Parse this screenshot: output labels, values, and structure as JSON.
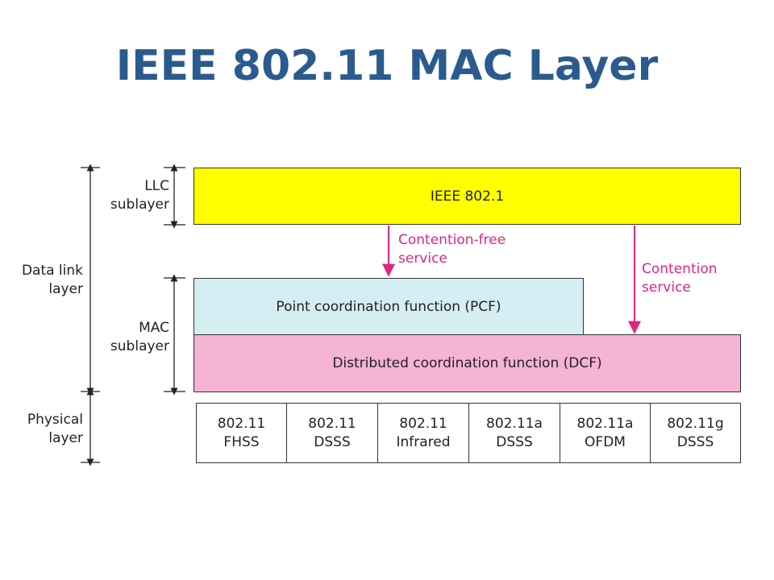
{
  "title": "IEEE 802.11 MAC Layer",
  "left_labels": {
    "llc": [
      "LLC",
      "sublayer"
    ],
    "data_link": [
      "Data link",
      "layer"
    ],
    "mac": [
      "MAC",
      "sublayer"
    ],
    "physical": [
      "Physical",
      "layer"
    ]
  },
  "boxes": {
    "llc": "IEEE 802.1",
    "pcf": "Point coordination function (PCF)",
    "dcf": "Distributed coordination function (DCF)"
  },
  "services": {
    "contention_free": [
      "Contention-free",
      "service"
    ],
    "contention": [
      "Contention",
      "service"
    ]
  },
  "physical_cells": [
    {
      "line1": "802.11",
      "line2": "FHSS"
    },
    {
      "line1": "802.11",
      "line2": "DSSS"
    },
    {
      "line1": "802.11",
      "line2": "Infrared"
    },
    {
      "line1": "802.11a",
      "line2": "DSSS"
    },
    {
      "line1": "802.11a",
      "line2": "OFDM"
    },
    {
      "line1": "802.11g",
      "line2": "DSSS"
    }
  ],
  "colors": {
    "title": "#2b5b8e",
    "llc_box": "#ffff00",
    "pcf_box": "#d4eef3",
    "dcf_box": "#f5b3d6",
    "service_arrow": "#e0267e"
  }
}
